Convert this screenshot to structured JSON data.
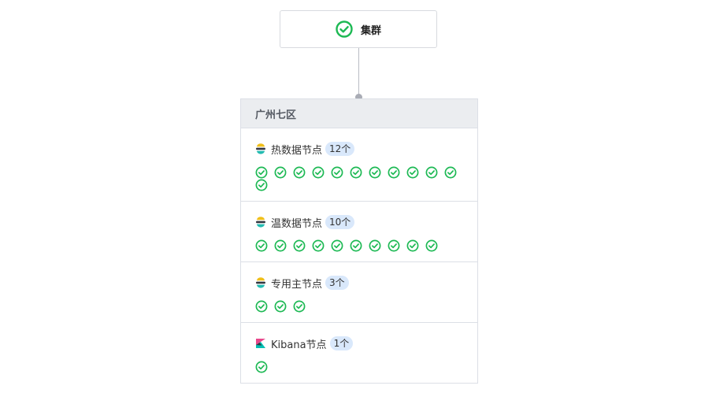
{
  "colors": {
    "healthy": "#1db954",
    "badge_bg": "#d9e8fb",
    "zone_header_bg": "#ebedf0"
  },
  "cluster": {
    "title": "集群",
    "status_icon": "check-circle-icon"
  },
  "zone": {
    "name": "广州七区"
  },
  "groups": [
    {
      "name": "热数据节点",
      "count_label": "12个",
      "icon": "elasticsearch-icon",
      "healthy_nodes": 12
    },
    {
      "name": "温数据节点",
      "count_label": "10个",
      "icon": "elasticsearch-icon",
      "healthy_nodes": 10
    },
    {
      "name": "专用主节点",
      "count_label": "3个",
      "icon": "elasticsearch-icon",
      "healthy_nodes": 3
    },
    {
      "name": "Kibana节点",
      "count_label": "1个",
      "icon": "kibana-icon",
      "healthy_nodes": 1
    }
  ]
}
